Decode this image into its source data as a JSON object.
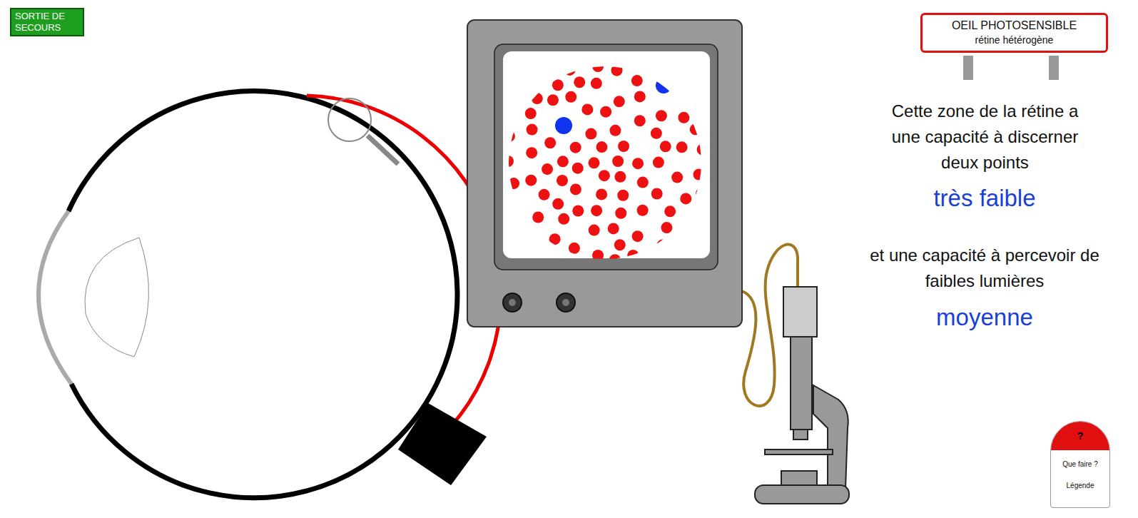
{
  "diagram": {
    "nodes": [
      {
        "text": [
          "SORTIE DE SECOURS"
        ]
      },
      {
        "text": [
          "OEIL PHOTOSENSIBLE",
          "rétine hétérogène"
        ]
      },
      {
        "text": [
          "?",
          "Que faire ?",
          "Légende"
        ]
      }
    ],
    "labels": [
      "Cette zone de la rétine a une capacité à discerner deux points",
      "très faible",
      "et une capacité à percevoir de faibles lumières",
      "moyenne"
    ]
  }
}
